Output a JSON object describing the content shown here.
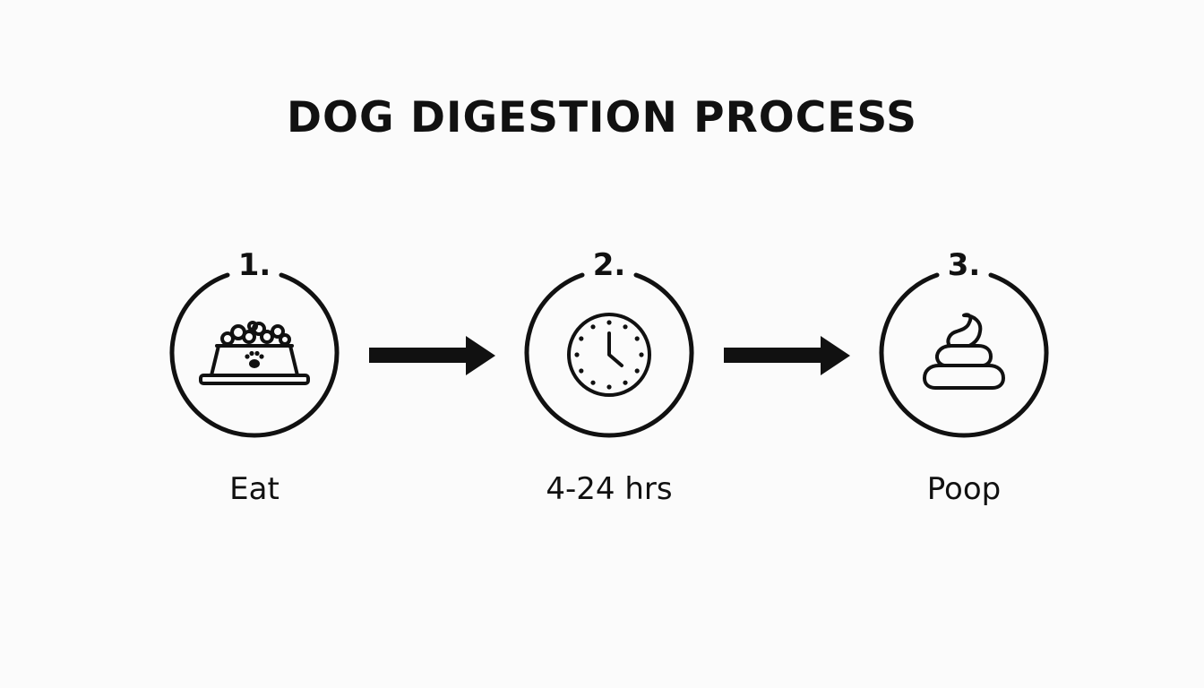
{
  "title": "DOG DIGESTION PROCESS",
  "steps": [
    {
      "number": "1.",
      "label": "Eat",
      "icon": "dog-food-bowl-icon"
    },
    {
      "number": "2.",
      "label": "4-24 hrs",
      "icon": "clock-icon"
    },
    {
      "number": "3.",
      "label": "Poop",
      "icon": "poop-icon"
    }
  ],
  "colors": {
    "background": "#fbfbfb",
    "stroke": "#111111"
  }
}
